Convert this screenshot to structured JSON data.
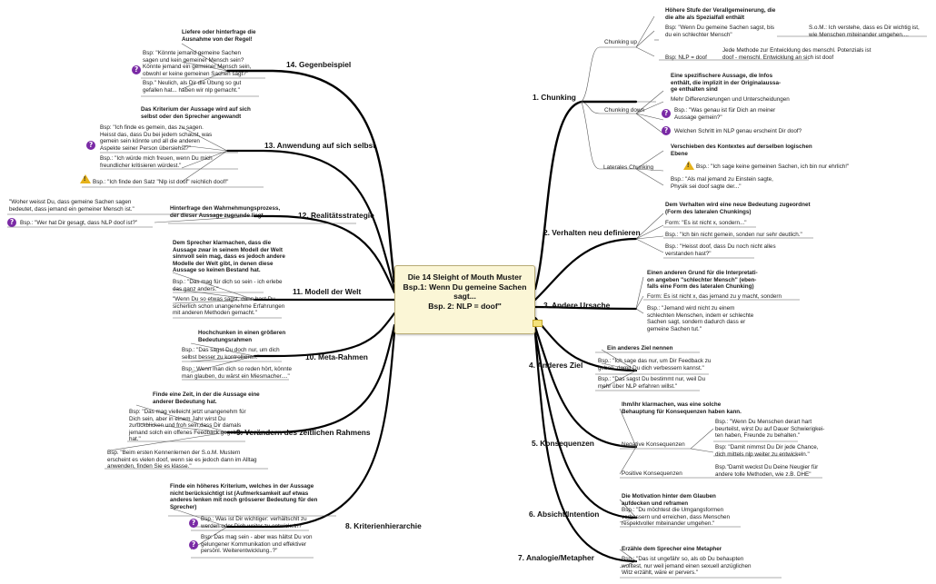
{
  "center": {
    "title": "Die 14 Sleight of Mouth Muster",
    "line2": "Bsp.1: Wenn Du gemeine Sachen sagt...",
    "line3": "Bsp. 2:  NLP = doof\""
  },
  "right": {
    "b1": {
      "label": "1.  Chunking",
      "up": "Chunking up",
      "up_head": "Höhere Stufe der Verallgemeinerung, die\ndie alte als Spezialfall enthält",
      "up_ex": "Bsp: \"Wenn Du gemeine Sachen sagst, bis\ndu ein schlechter Mensch\"",
      "up_ex_note": "S.o.M.: Ich verstehe, dass es Dir wichtig ist,\nwie Menschen miteinander umgehen....",
      "up_nlp": "Bsp: NLP = doof",
      "up_nlp_note": "Jede Methode zur Entwicklung des menschl. Potenzials ist\ndoof - menschl. Entwicklung an sich ist doof",
      "down": "Chunking down",
      "down_head": "Eine spezifischere Aussage, die Infos\nenthält, die implizit in der Originalaussa-\nge enthalten sind",
      "down_1": "Mehr Differenzierungen und Unterscheidungen",
      "down_2": "Bsp.: \"Was genau ist für Dich an meiner\nAussage gemein?\"",
      "down_3": "Welchen Schritt im NLP genau erscheint Dir doof?",
      "lat": "Laterales Chunking",
      "lat_head": "Verschieben des Kontextes auf derselben logischen\nEbene",
      "lat_1": "Bsp.: \"Ich sage keine gemeinen Sachen, ich bin nur ehrlich!\"",
      "lat_2": "Bsp.: \"Als mal jemand zu Einstein sagte,\nPhysik sei doof sagte der...\""
    },
    "b2": {
      "label": "2.  Verhalten neu definieren",
      "head": "Dem Verhalten wird eine neue Bedeutung zugeordnet\n(Form des lateralen Chunkings)",
      "n1": "Form: \"Es ist nicht x, sondern...\"",
      "n2": "Bsp.: \"Ich bin nicht gemein, sonden nur sehr deutlich.\"",
      "n3": "Bsp.: \"Heisst doof, dass Du noch nicht alles\nverstanden hast?\""
    },
    "b3": {
      "label": "3.  Andere Ursache",
      "head": "Einen anderen Grund für die Interpretati-\non angeben \"schlechter Mensch\" (eben-\nfalls eine Form des lateralen Chunking)",
      "n1": "Form: Es ist nicht x, das jemand zu y macht, sondern",
      "n2": "Bsp.: \"Jemand wird nicht zu einem\nschlechten Menschen, indem er schlechte\nSachen sagt, sondern dadurch dass er\ngemeine Sachen tut.\""
    },
    "b4": {
      "label": "4.  Anderes Ziel",
      "head": "Ein anderes Ziel nennen",
      "n1": "Bsp.: \"Ich sage das nur, um Dir Feedback zu\ngeben, damit Du dich verbessern kannst.\"",
      "n2": "Bsp.: \"Das sagst Du bestimmt nur, weil Du\nmehr über NLP erfahren willst.\""
    },
    "b5": {
      "label": "5.  Konsequenzen",
      "head": "Ihm/ihr klarmachen, was eine solche\nBehauptung für Konsequenzen haben kann.",
      "neg": "Negative Konsequenzen",
      "neg1": "Bsp.: \"Wenn Du Menschen derart hart\nbeurteilst, wirst Du auf Dauer Schwierigkei-\nten haben, Freunde zu behalten.\"",
      "neg2": "Bsp: \"Damit nimmst Du Dir jede Chance,\ndich mittels nlp weiter zu entwickeln.\"",
      "pos": "Positive Konsequenzen",
      "pos1": "Bsp.\"Damit weckst Du Deine Neugier für\nandere tolle Methoden, wie z.B. DHE\""
    },
    "b6": {
      "label": "6.  Absicht/Intention",
      "head": "Die Motivation hinter dem Glauben\naufdecken und reframen",
      "n1": "Bsp.: \"Du möchtest die Umgangsformen\nverbessern und erreichen, dass Menschen\nrespektvoller miteinander umgehen.\""
    },
    "b7": {
      "label": "7.  Analogie/Metapher",
      "head": "Erzähle dem Sprecher eine Metapher",
      "n1": "Bsp.: \"Das ist ungefähr so, als ob Du behaupten\nwolltest, nur weil jemand einen sexuell anzüglichen\nWitz erzählt, wäre er pervers.\""
    }
  },
  "left": {
    "b14": {
      "label": "14.  Gegenbeispiel",
      "head": "Liefere oder hinterfrage die\nAusnahme von der Regel!",
      "n1": "Bsp: \"Könnte jemand gemeine Sachen\nsagen und kein gemeiner Mensch sein?\nKönnte jemand ein gemeiner Mensch sein,\nobwohl er keine gemeinen Sachen sagt?\"",
      "n2": "Bsp.\" Neulich, als Dir die Übung so gut\ngefallen hat... haben wir nlp gemacht.\""
    },
    "b13": {
      "label": "13.  Anwendung auf sich selbst",
      "head": "Das Kriterium der Aussage wird auf sich\nselbst oder den Sprecher angewandt",
      "n1": "Bsp: \"Ich finde es gemein, das zu sagen.\nHeisst das, dass Du bei jedem schaust, was\ngemein sein könnte und all die anderen\nAspekte seiner Person übersiehst?\"",
      "n2": "Bsp.: \"Ich würde mich freuen, wenn Du mich\nfreundlicher kritisieren würdest.\"",
      "n3": "Bsp.: \"Ich finde den Satz \"Nlp ist doof\" reichlich doof!\""
    },
    "b12": {
      "label": "12.  Realitätsstrategie",
      "head": "Hinterfrage den Wahrnehmungsprozess,\nder dieser Aussage zugrunde liegt.",
      "n1": "\"Woher weisst Du, dass gemeine Sachen sagen\nbedeutet, dass jemand ein gemeiner Mensch ist.\"",
      "n2": "Bsp.: \"Wer hat Dir gesagt, dass NLP doof ist?\""
    },
    "b11": {
      "label": "11.  Modell der Welt",
      "head": "Dem Sprecher klarmachen, dass die\nAussage zwar in seinem Modell der Welt\nsinnvoll sein mag, dass es jedoch andere\nModelle der Welt gibt, in denen diese\nAussage so keinen Bestand hat.",
      "n1": "Bsp.: \"Das mag für dich so sein - ich erlebe\ndas ganz anders.\"",
      "n2": "\"Wenn Du so etwas sagst, dann hast Du\nsicherlich schon unangenehme Erfahrungen\nmit anderen Methoden gemacht.\""
    },
    "b10": {
      "label": "10.  Meta-Rahmen",
      "head": "Hochchunken in einen größeren\nBedeutungsrahmen",
      "n1": "Bsp.: \"Das sagst Du doch nur, um dich\nselbst besser zu kontrollieren.\"",
      "n2": "Bsp.: Wenn man dich so reden hört, könnte\nman glauben, du wärst ein Miesmacher....\""
    },
    "b9": {
      "label": "9.  Verändern des zeitlichen Rahmens",
      "head": "Finde eine Zeit, in der die Aussage eine\nanderer Bedeutung hat.",
      "n1": "Bsp: \"Das mag vielleicht jetzt unangenehm für\nDich sein, aber in einem Jahr wirst Du\nzurückblicken und froh sein,dass Dir damals\njemand solch ein offenes Feedback gegeben\nhat.\"",
      "n2": "Bsp. \"Beim ersten Kennenlernen der S.o.M. Mustern\nerscheint es vielen doof, wenn sie es jedoch dann im Alltag\nanwenden, finden Sie es klasse.\""
    },
    "b8": {
      "label": "8.  Kriterienhierarchie",
      "head": "Finde ein höheres Kriterium, welches in der Aussage\nnicht berücksichtigt ist (Aufmerksamkeit auf etwas\nanderes lenken mit noch grösserer Bedeutung für den\nSprecher)",
      "n1": "Bsp.: Was ist Dir wichtiger: verhältschlt zu\nwerden oder Dich weiter zu entwickeln?\"",
      "n2": "Bsp: Das mag sein - aber was hältst Du von\ngelungener Kommunikation und effektiver\npersönl. Weiterentwicklung..?\""
    }
  },
  "colors": {
    "line": "#000000",
    "thin": "#5a5a5a",
    "center_bg": "#fbf6d6",
    "question": "#7a2aa5",
    "warning": "#e6b21a"
  },
  "icons": [
    "question-icon",
    "warning-icon",
    "note-icon"
  ]
}
